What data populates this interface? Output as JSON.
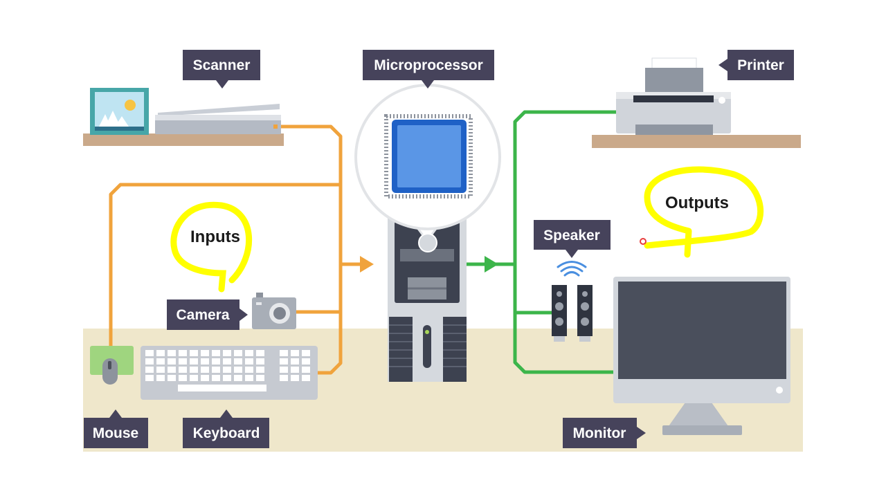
{
  "diagram": {
    "labels": {
      "scanner": "Scanner",
      "microprocessor": "Microprocessor",
      "printer": "Printer",
      "speaker": "Speaker",
      "camera": "Camera",
      "mouse": "Mouse",
      "keyboard": "Keyboard",
      "monitor": "Monitor"
    },
    "annotations": {
      "inputs": "Inputs",
      "outputs": "Outputs"
    },
    "colors": {
      "input_wire": "#f0a33c",
      "output_wire": "#3cb54a",
      "label_bg": "#46435b",
      "highlighter": "#ffff00",
      "desk": "#efe7cb",
      "shelf": "#caa98a"
    },
    "icons": [
      "scanner",
      "picture-frame",
      "camera",
      "mouse",
      "keyboard",
      "cpu-tower",
      "microprocessor-chip",
      "printer",
      "speakers",
      "wifi",
      "monitor"
    ]
  }
}
